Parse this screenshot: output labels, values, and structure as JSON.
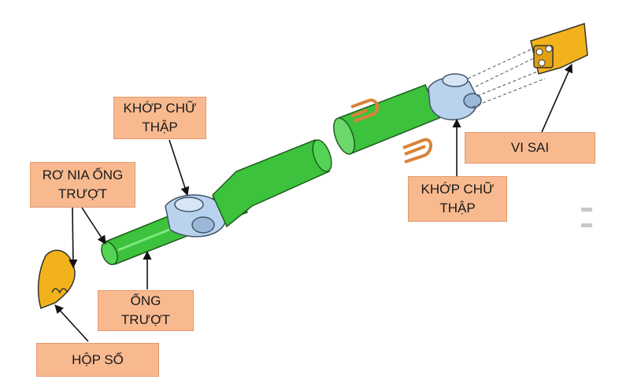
{
  "labels": {
    "khop_chu_thap_left": {
      "line1": "KHỚP CHỮ",
      "line2": "THẬP"
    },
    "ro_nia_ong_truot": {
      "line1": "RƠ NIA ỐNG",
      "line2": "TRƯỢT"
    },
    "ong_truot": {
      "line1": "ỐNG",
      "line2": "TRƯỢT"
    },
    "hop_so": {
      "line1": "HỘP SỐ"
    },
    "vi_sai": {
      "line1": "VI SAI"
    },
    "khop_chu_thap_right": {
      "line1": "KHỚP CHỮ",
      "line2": "THẬP"
    }
  },
  "colors": {
    "label_fill": "#f8b98f",
    "shaft_green": "#3cc23c",
    "joint_blue": "#b9d3ee",
    "yoke_yellow": "#f2b21b",
    "spring_orange": "#d9833a"
  }
}
